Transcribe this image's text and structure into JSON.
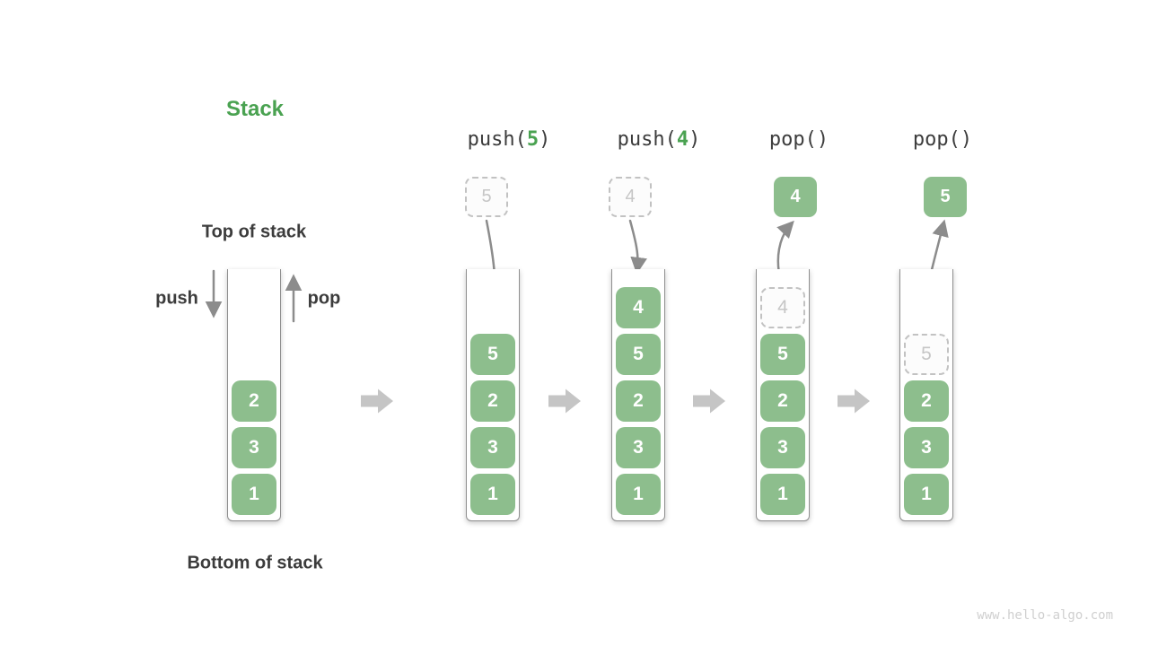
{
  "labels": {
    "title": "Stack",
    "top_of_stack": "Top of stack",
    "bottom_of_stack": "Bottom of stack",
    "push": "push",
    "pop": "pop",
    "watermark": "www.hello-algo.com"
  },
  "colors": {
    "cell_green": "#8dbe8d",
    "accent_green": "#4aa251",
    "text": "#3c3c3c",
    "arrow_gray": "#8c8c8c",
    "block_arrow_gray": "#c5c5c5",
    "ghost_border": "#c2c2c2",
    "ghost_text": "#c6c6c6",
    "container_border": "#8f8f8f",
    "watermark_gray": "#cfcfcf"
  },
  "columns": [
    {
      "id": "initial",
      "op": null,
      "floating": null,
      "cells": [
        {
          "value": "2",
          "type": "solid"
        },
        {
          "value": "3",
          "type": "solid"
        },
        {
          "value": "1",
          "type": "solid"
        }
      ]
    },
    {
      "id": "push-5",
      "op": {
        "prefix": "push(",
        "arg": "5",
        "suffix": ")"
      },
      "floating": {
        "style": "ghost",
        "value": "5"
      },
      "cells": [
        {
          "value": "5",
          "type": "solid"
        },
        {
          "value": "2",
          "type": "solid"
        },
        {
          "value": "3",
          "type": "solid"
        },
        {
          "value": "1",
          "type": "solid"
        }
      ]
    },
    {
      "id": "push-4",
      "op": {
        "prefix": "push(",
        "arg": "4",
        "suffix": ")"
      },
      "floating": {
        "style": "ghost",
        "value": "4"
      },
      "cells": [
        {
          "value": "4",
          "type": "solid"
        },
        {
          "value": "5",
          "type": "solid"
        },
        {
          "value": "2",
          "type": "solid"
        },
        {
          "value": "3",
          "type": "solid"
        },
        {
          "value": "1",
          "type": "solid"
        }
      ]
    },
    {
      "id": "pop-first",
      "op": {
        "prefix": "pop()",
        "arg": "",
        "suffix": ""
      },
      "floating": {
        "style": "solid",
        "value": "4"
      },
      "cells": [
        {
          "value": "4",
          "type": "ghost"
        },
        {
          "value": "5",
          "type": "solid"
        },
        {
          "value": "2",
          "type": "solid"
        },
        {
          "value": "3",
          "type": "solid"
        },
        {
          "value": "1",
          "type": "solid"
        }
      ]
    },
    {
      "id": "pop-second",
      "op": {
        "prefix": "pop()",
        "arg": "",
        "suffix": ""
      },
      "floating": {
        "style": "solid",
        "value": "5"
      },
      "cells": [
        {
          "value": "5",
          "type": "ghost"
        },
        {
          "value": "2",
          "type": "solid"
        },
        {
          "value": "3",
          "type": "solid"
        },
        {
          "value": "1",
          "type": "solid"
        }
      ]
    }
  ]
}
